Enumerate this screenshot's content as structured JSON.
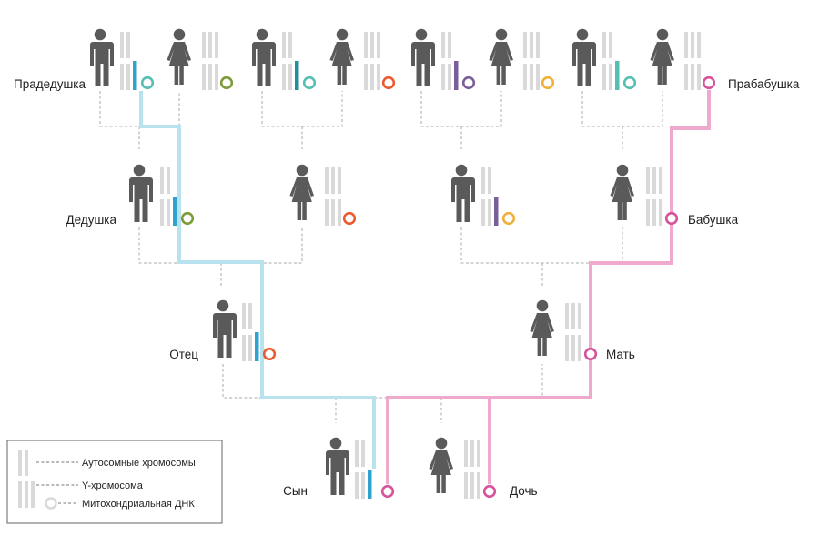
{
  "labels": {
    "great_grandfather": "Прадедушка",
    "great_grandmother": "Прабабушка",
    "grandfather": "Дедушка",
    "grandmother": "Бабушка",
    "father": "Отец",
    "mother": "Мать",
    "son": "Сын",
    "daughter": "Дочь"
  },
  "legend": {
    "autosomal": "Аутосомные хромосомы",
    "y_chromosome": "Y-хромосома",
    "mitochondrial": "Митохондриальная ДНК"
  },
  "colors": {
    "figure": "#5a5a5a",
    "chromosome": "#d9d9d9",
    "y_lineage": "#b9e2ef",
    "mt_lineage": "#eea9cc",
    "connector": "#aaaaaa",
    "y_blue": "#2fa3cf",
    "y_teal": "#22909a",
    "y_purple": "#7a5e9c",
    "y_mint": "#56bfb3",
    "mt_green": "#7d9b3a",
    "mt_orange": "#ec5b2f",
    "mt_purple": "#7a5e9c",
    "mt_yellow": "#f0b03a",
    "mt_teal": "#56bfb3",
    "mt_pink": "#d6529a"
  },
  "icons": {
    "male": "male-person-icon",
    "female": "female-person-icon",
    "autosome": "autosome-pair-icon",
    "y": "y-chromosome-icon",
    "mt": "mitochondria-ring-icon"
  }
}
